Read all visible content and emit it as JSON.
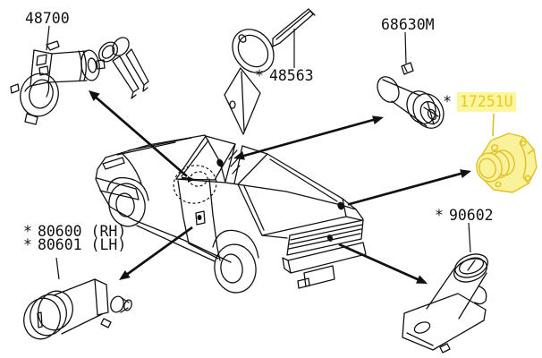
{
  "diagram": {
    "kind": "vehicle key and lock cylinder parts diagram",
    "car_illustration": "sports-coupe-line-drawing-rear-three-quarter"
  },
  "colors": {
    "line": "#111111",
    "highlight_bg": "#fbf5a0",
    "highlight_text": "#e9ca1c",
    "part_stroke": "#dfc125",
    "part_fill": "#faf19b",
    "background": "#ffffff"
  },
  "parts": [
    {
      "id": "ignition-lock",
      "star": "",
      "code": "48700",
      "highlighted": false
    },
    {
      "id": "key",
      "star": "*",
      "code": "48563",
      "highlighted": false
    },
    {
      "id": "glovebox-lock",
      "star": "",
      "code": "68630M",
      "highlighted": false
    },
    {
      "id": "fuel-filler-lock",
      "star": "*",
      "code": "17251U",
      "highlighted": true
    },
    {
      "id": "hatch-lock",
      "star": "*",
      "code": "90602",
      "highlighted": false
    },
    {
      "id": "door-lock-rh",
      "star": "*",
      "code": "80600 (RH)",
      "highlighted": false
    },
    {
      "id": "door-lock-lh",
      "star": "*",
      "code": "80601 (LH)",
      "highlighted": false
    }
  ]
}
